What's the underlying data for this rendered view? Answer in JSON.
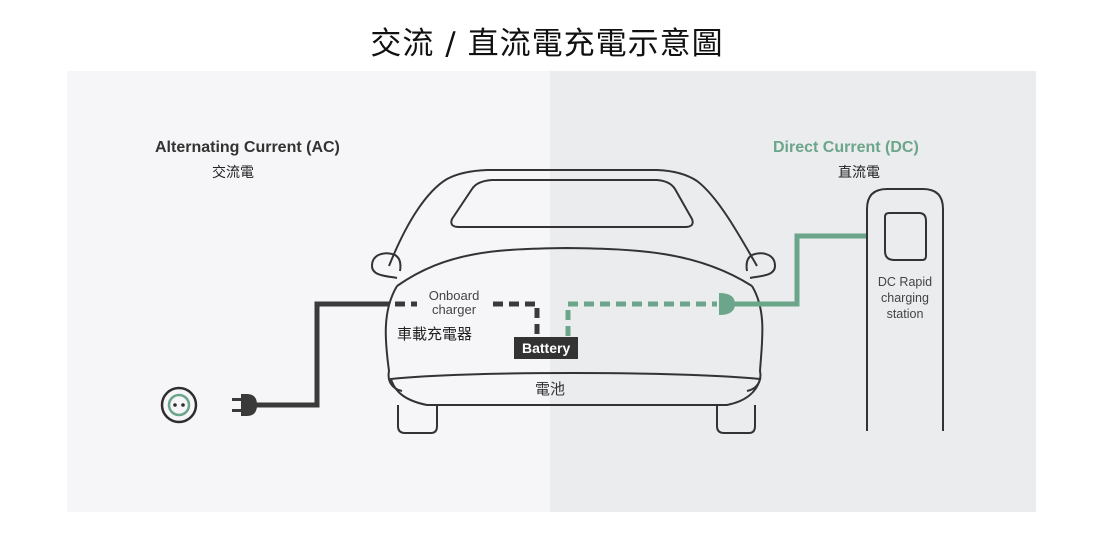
{
  "title": "交流 / 直流電充電示意圖",
  "ac": {
    "label_en": "Alternating Current (AC)",
    "label_zh": "交流電",
    "cable_color": "#3a3a3a"
  },
  "dc": {
    "label_en": "Direct Current (DC)",
    "label_zh": "直流電",
    "cable_color": "#6ba58a"
  },
  "car": {
    "onboard_charger_en": "Onboard charger",
    "onboard_charger_zh": "車載充電器",
    "battery_en": "Battery",
    "battery_zh": "電池"
  },
  "station": {
    "label": "DC Rapid charging station"
  },
  "icons": {
    "outlet": "wall-outlet-icon",
    "plug": "ac-plug-icon"
  }
}
